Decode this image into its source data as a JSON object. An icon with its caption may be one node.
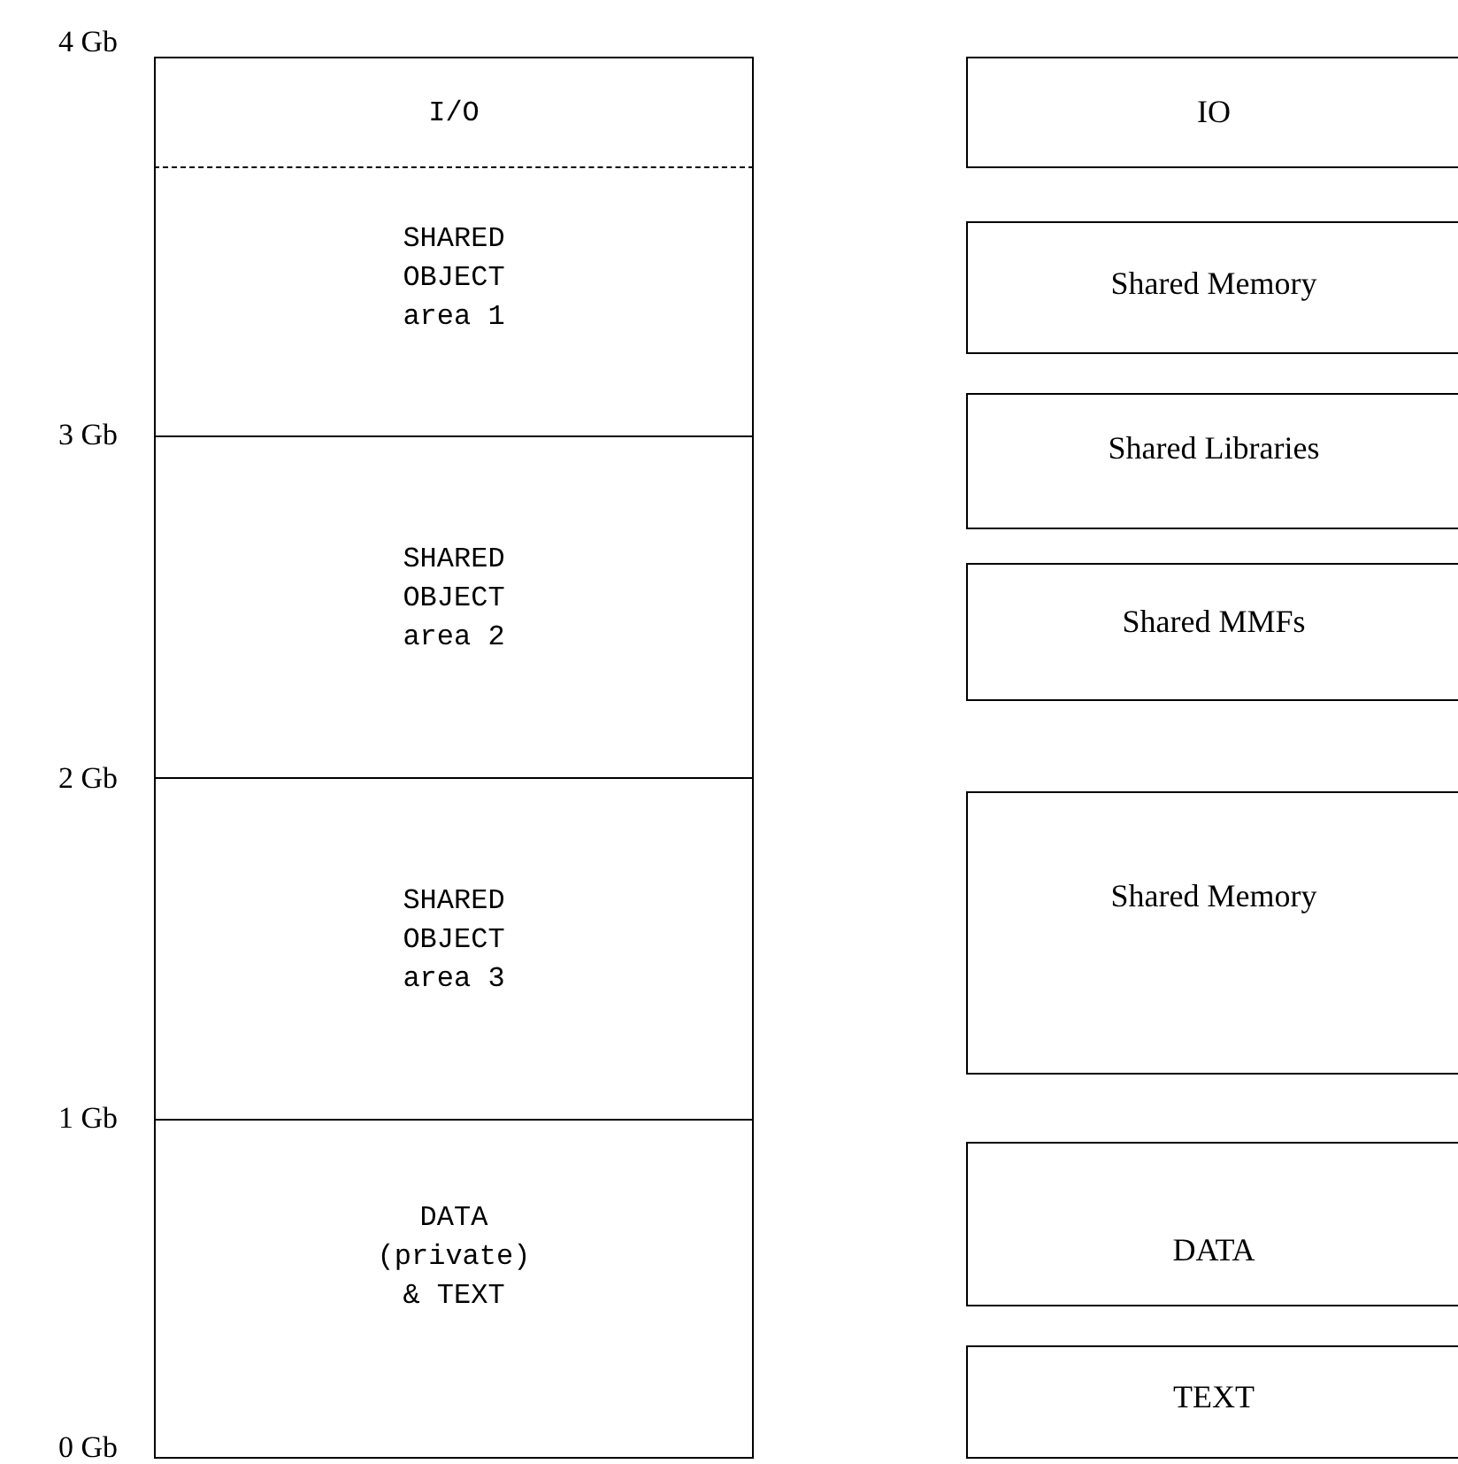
{
  "diagram": {
    "nodes": [
      {
        "text": [
          "I/O"
        ]
      },
      {
        "text": [
          "SHARED OBJECT area 1"
        ]
      },
      {
        "text": [
          "SHARED OBJECT area 2"
        ]
      },
      {
        "text": [
          "SHARED OBJECT area 3"
        ]
      },
      {
        "text": [
          "DATA (private) & TEXT"
        ]
      },
      {
        "text": [
          "IO"
        ]
      },
      {
        "text": [
          "Shared Memory"
        ]
      },
      {
        "text": [
          "Shared Libraries"
        ]
      },
      {
        "text": [
          "Shared MMFs"
        ]
      },
      {
        "text": [
          "Shared Memory"
        ]
      },
      {
        "text": [
          "DATA"
        ]
      },
      {
        "text": [
          "TEXT"
        ]
      }
    ],
    "labels": [
      "4 Gb",
      "3 Gb",
      "2 Gb",
      "1 Gb",
      "0 Gb"
    ]
  }
}
